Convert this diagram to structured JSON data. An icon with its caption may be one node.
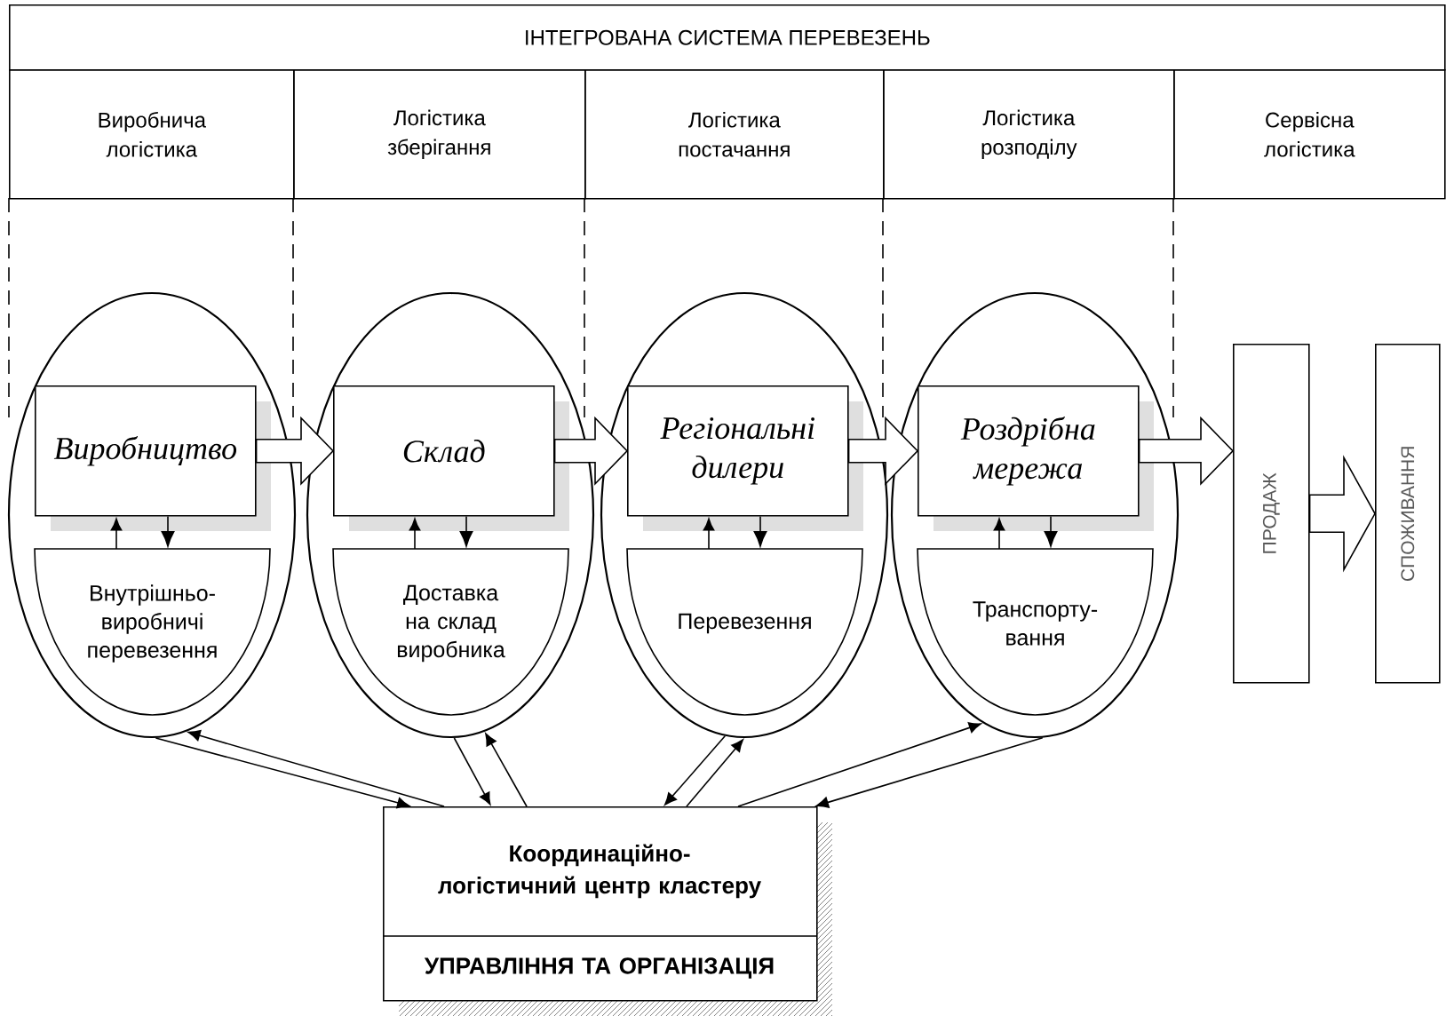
{
  "diagram": {
    "nodes": [
      {
        "text": [
          "ІНТЕГРОВАНА СИСТЕМА ПЕРЕВЕЗЕНЬ"
        ]
      },
      {
        "text": [
          "Виробнича логістика"
        ]
      },
      {
        "text": [
          "Логістика зберігання"
        ]
      },
      {
        "text": [
          "Логістика постачання"
        ]
      },
      {
        "text": [
          "Логістика розподілу"
        ]
      },
      {
        "text": [
          "Сервісна логістика"
        ]
      },
      {
        "text": [],
        "shape": "ellipse"
      },
      {
        "text": [
          "Виробництво"
        ],
        "in": 6
      },
      {
        "text": [
          "Внутрішньо-виробничі перевезення"
        ],
        "in": 6
      },
      {
        "text": [],
        "shape": "ellipse"
      },
      {
        "text": [
          "Склад"
        ],
        "in": 9
      },
      {
        "text": [
          "Доставка на склад виробника"
        ],
        "in": 9
      },
      {
        "text": [],
        "shape": "ellipse"
      },
      {
        "text": [
          "Регіональні дилери"
        ],
        "in": 12
      },
      {
        "text": [
          "Перевезення"
        ],
        "in": 12
      },
      {
        "text": [],
        "shape": "ellipse"
      },
      {
        "text": [
          "Роздрібна мережа"
        ],
        "in": 15
      },
      {
        "text": [
          "Транспорту-вання"
        ],
        "in": 15
      },
      {
        "text": [
          "ПРОДАЖ"
        ]
      },
      {
        "text": [
          "СПОЖИВАННЯ"
        ]
      },
      {
        "text": [
          "Координаційно-логістичний центр кластеру",
          "УПРАВЛІННЯ ТА ОРГАНІЗАЦІЯ"
        ]
      }
    ],
    "edges": [
      {
        "from": 7,
        "to": 10,
        "arrow": "to",
        "style": "thick"
      },
      {
        "from": 10,
        "to": 13,
        "arrow": "to",
        "style": "thick"
      },
      {
        "from": 13,
        "to": 16,
        "arrow": "to",
        "style": "thick"
      },
      {
        "from": 16,
        "to": 18,
        "arrow": "to",
        "style": "thick"
      },
      {
        "from": 18,
        "to": 19,
        "arrow": "to",
        "style": "thick"
      },
      {
        "from": 8,
        "to": 7,
        "arrow": "to"
      },
      {
        "from": 7,
        "to": 8,
        "arrow": "to"
      },
      {
        "from": 11,
        "to": 10,
        "arrow": "to"
      },
      {
        "from": 10,
        "to": 11,
        "arrow": "to"
      },
      {
        "from": 14,
        "to": 13,
        "arrow": "to"
      },
      {
        "from": 13,
        "to": 14,
        "arrow": "to"
      },
      {
        "from": 17,
        "to": 16,
        "arrow": "to"
      },
      {
        "from": 16,
        "to": 17,
        "arrow": "to"
      },
      {
        "from": 20,
        "to": 6,
        "arrow": "to"
      },
      {
        "from": 6,
        "to": 20,
        "arrow": "to"
      },
      {
        "from": 20,
        "to": 9,
        "arrow": "to"
      },
      {
        "from": 9,
        "to": 20,
        "arrow": "to"
      },
      {
        "from": 20,
        "to": 12,
        "arrow": "to"
      },
      {
        "from": 12,
        "to": 20,
        "arrow": "to"
      },
      {
        "from": 20,
        "to": 15,
        "arrow": "to"
      },
      {
        "from": 15,
        "to": 20,
        "arrow": "to"
      }
    ]
  }
}
